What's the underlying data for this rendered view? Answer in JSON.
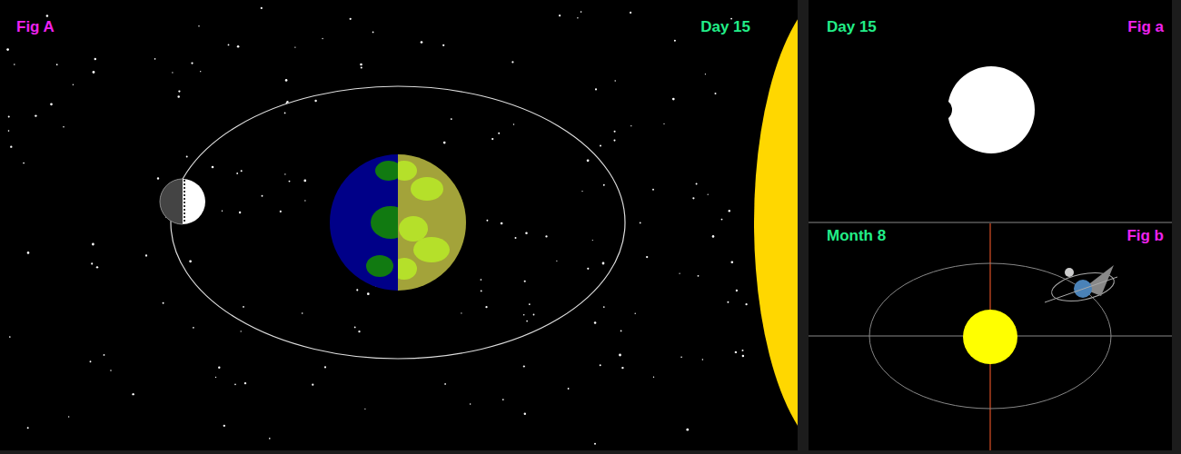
{
  "diagram": {
    "labels": [
      "Fig A",
      "Day 15",
      "Day 15",
      "Fig a",
      "Month 8",
      "Fig b"
    ]
  }
}
